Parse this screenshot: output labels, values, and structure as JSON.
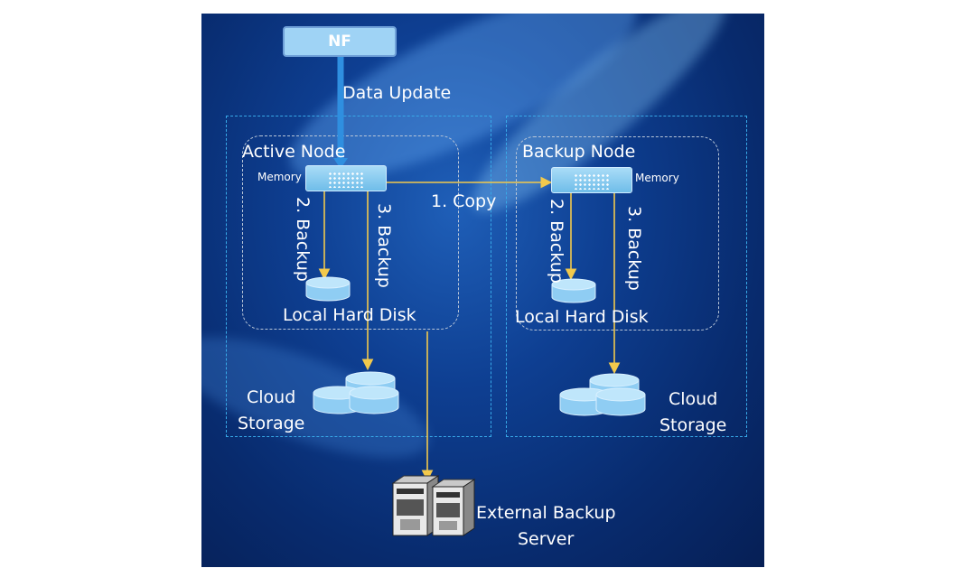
{
  "nodes": {
    "nf": {
      "label": "NF"
    },
    "active": {
      "title": "Active Node",
      "memory_label": "Memory",
      "disk_label": "Local Hard Disk"
    },
    "backup": {
      "title": "Backup Node",
      "memory_label": "Memory",
      "disk_label": "Local Hard Disk"
    },
    "cloud_left": {
      "line1": "Cloud",
      "line2": "Storage"
    },
    "cloud_right": {
      "line1": "Cloud",
      "line2": "Storage"
    },
    "server": {
      "line1": "External Backup",
      "line2": "Server"
    }
  },
  "edges": {
    "data_update": "Data Update",
    "copy": "1. Copy",
    "active_backup_2": "2. Backup",
    "active_backup_3": "3. Backup",
    "backup_backup_2": "2. Backup",
    "backup_backup_3": "3. Backup"
  },
  "colors": {
    "background": "#0b3580",
    "arrow": "#f2c94c",
    "main_arrow": "#2f8fe0",
    "frame": "#38a9e8",
    "inner_frame": "#b9c6d8",
    "device": "#9fd3f5"
  },
  "icons": {
    "memory": "memory-chip-icon",
    "disk": "disk-cylinder-icon",
    "cloud": "cloud-storage-icon",
    "server": "server-tower-icon"
  }
}
